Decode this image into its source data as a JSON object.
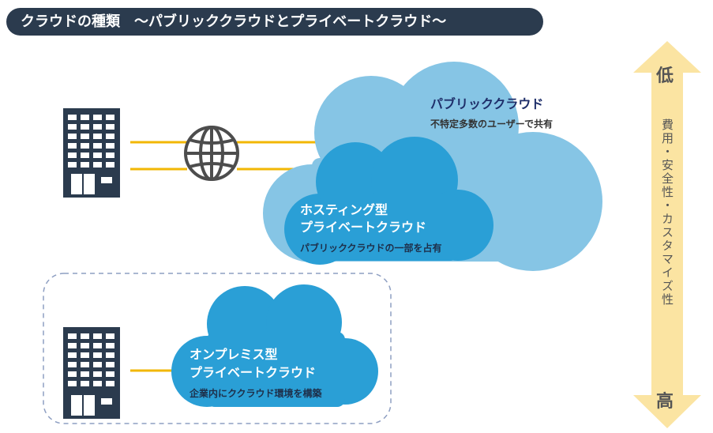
{
  "title": "クラウドの種類　～パブリッククラウドとプライベートクラウド～",
  "public_cloud": {
    "name": "パブリッククラウド",
    "desc": "不特定多数のユーザーで共有"
  },
  "hosting_cloud": {
    "name_line1": "ホスティング型",
    "name_line2": "プライベートクラウド",
    "desc": "パブリッククラウドの一部を占有"
  },
  "onprem_cloud": {
    "name_line1": "オンプレミス型",
    "name_line2": "プライベートクラウド",
    "desc": "企業内にククラウド環境を構築"
  },
  "scale": {
    "top": "低",
    "bottom": "高",
    "label": "費用・安全性・カスタマイズ性"
  },
  "colors": {
    "title_bg": "#2b3b4e",
    "public": "#86c5e5",
    "private": "#2a9fd6",
    "line": "#f2b705",
    "arrow": "#fbe4a2"
  }
}
